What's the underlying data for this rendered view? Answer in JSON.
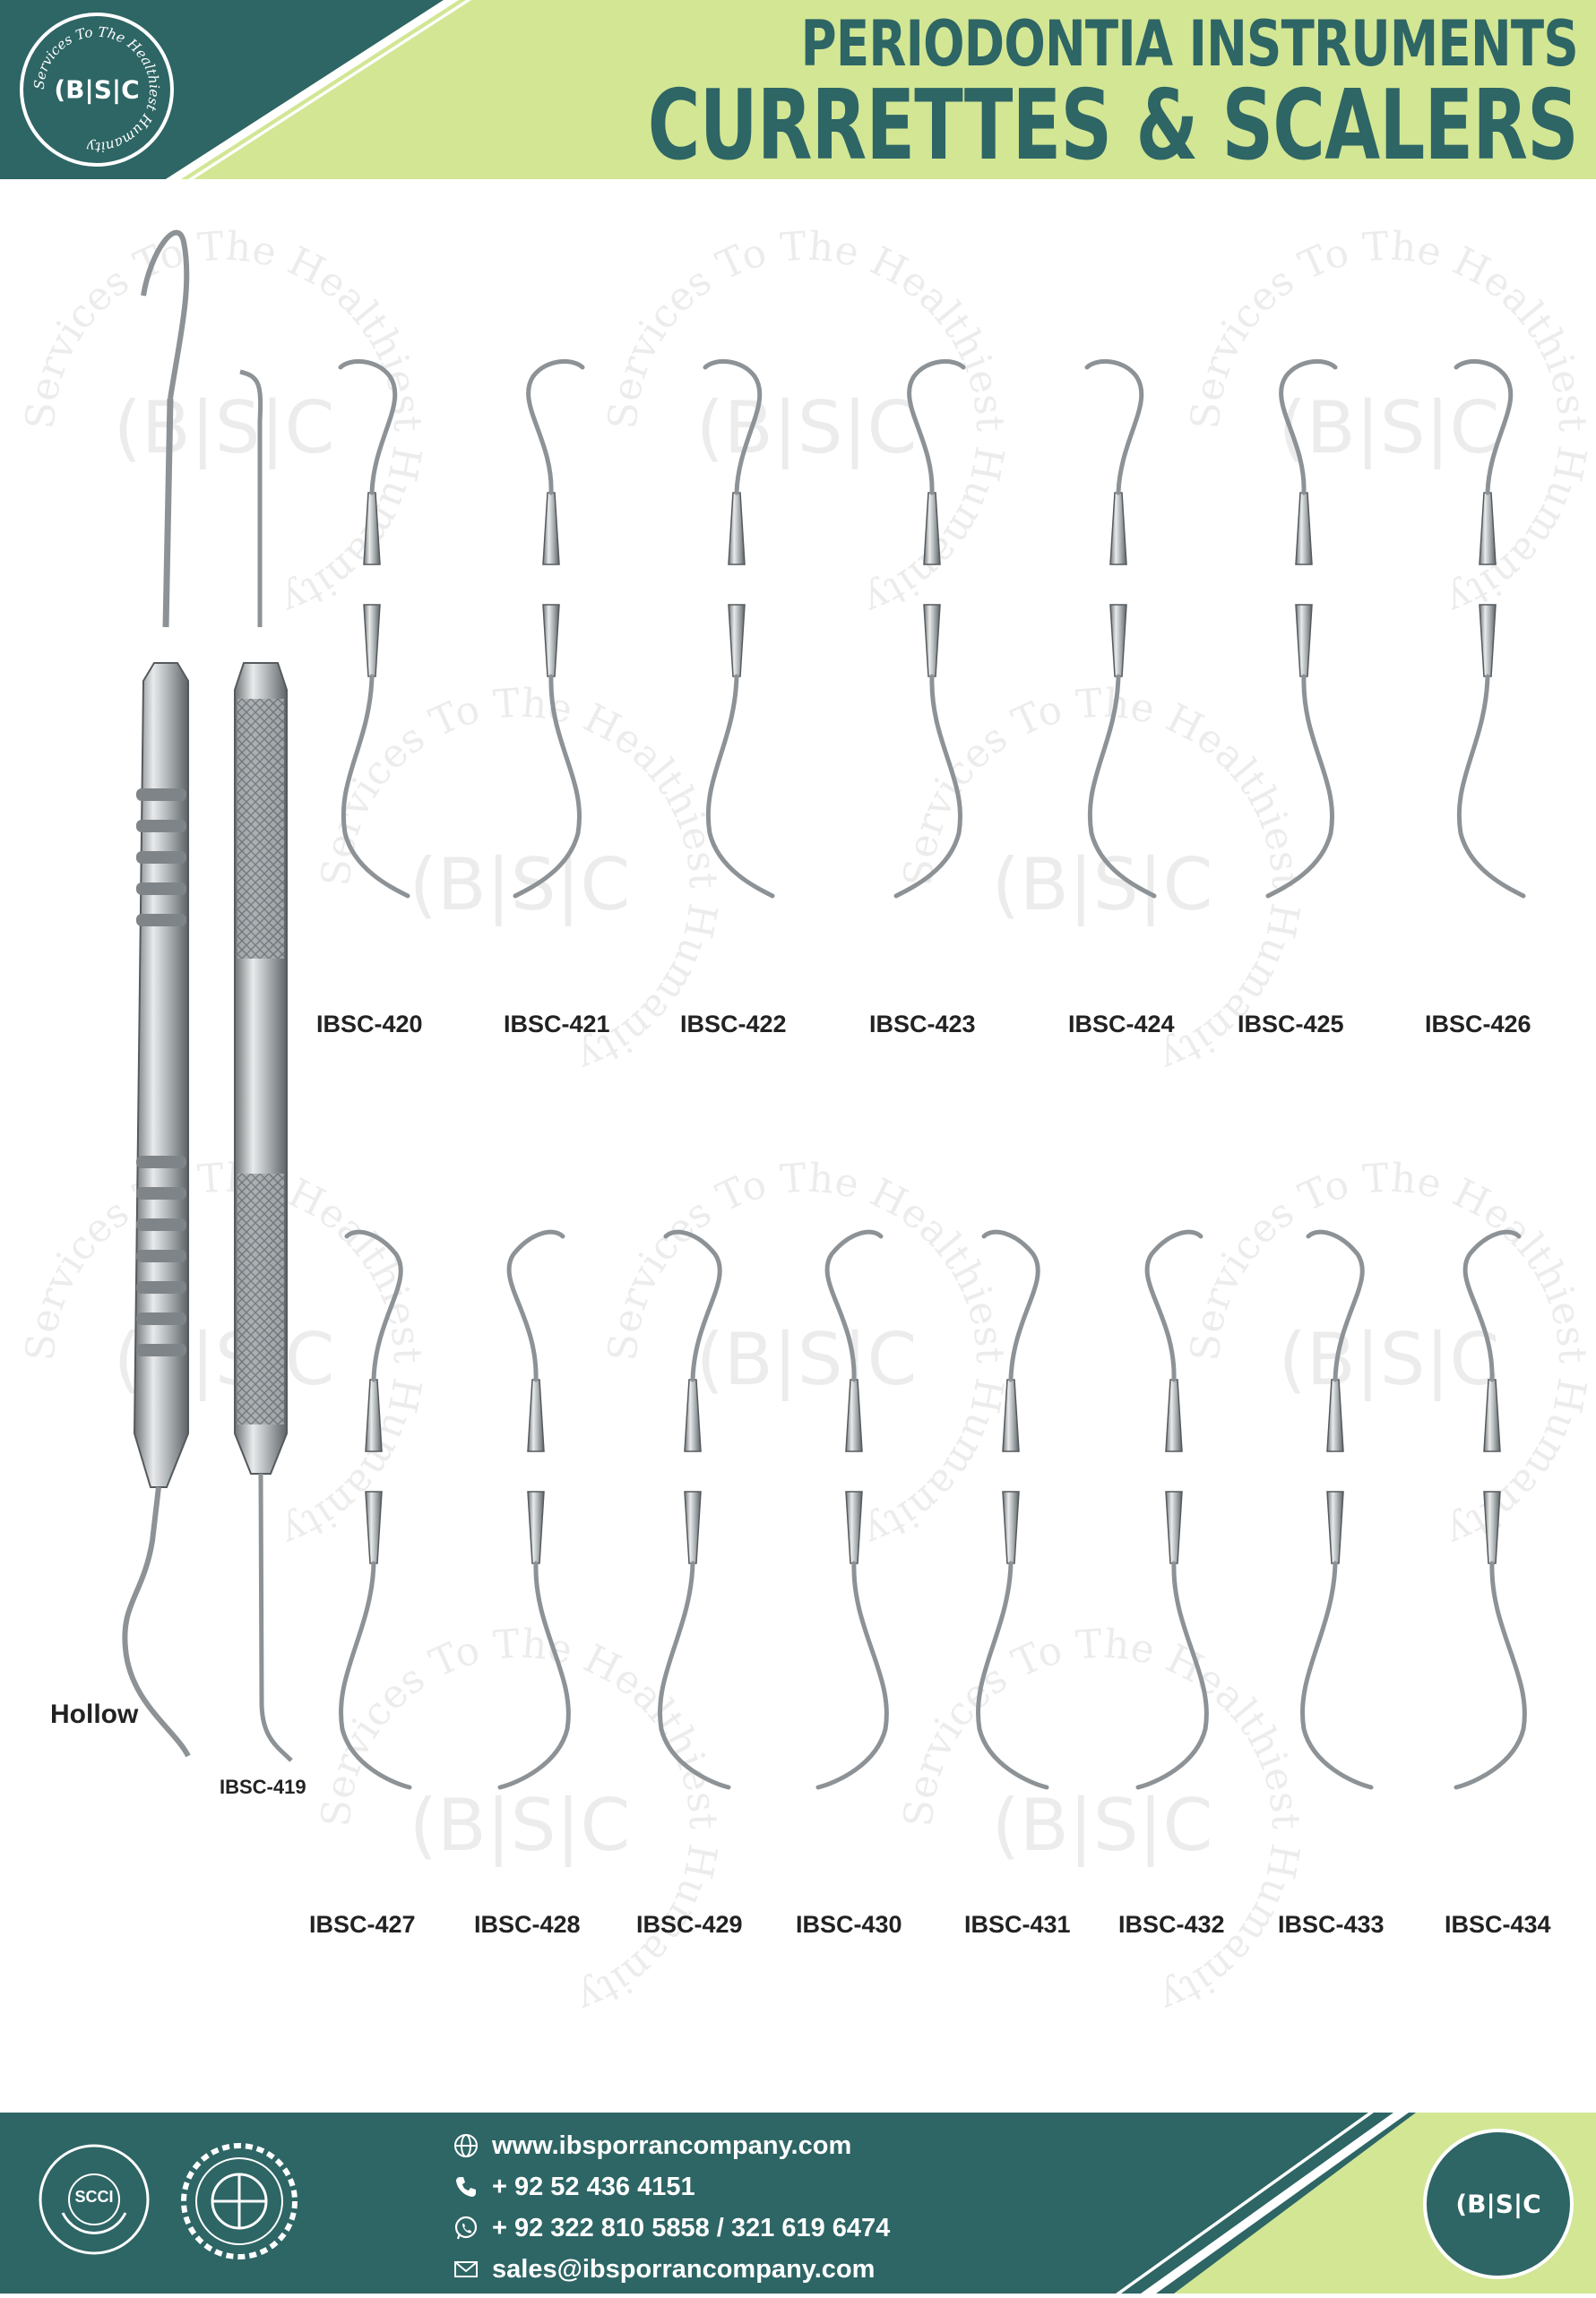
{
  "header": {
    "title_line1": "PERIODONTIA INSTRUMENTS",
    "title_line2": "CURRETTES & SCALERS",
    "logo_text": "(B|S|C",
    "logo_ring_text": "Services To The Healthiest Humanity"
  },
  "watermark": {
    "text": "Services To The Healthiest Humanity",
    "logo": "(B|S|C"
  },
  "handle_label": "Hollow",
  "products_row1": [
    {
      "code": "IBSC-420"
    },
    {
      "code": "IBSC-421"
    },
    {
      "code": "IBSC-422"
    },
    {
      "code": "IBSC-423"
    },
    {
      "code": "IBSC-424"
    },
    {
      "code": "IBSC-425"
    },
    {
      "code": "IBSC-426"
    }
  ],
  "products_row2": [
    {
      "code": "IBSC-427"
    },
    {
      "code": "IBSC-428"
    },
    {
      "code": "IBSC-429"
    },
    {
      "code": "IBSC-430"
    },
    {
      "code": "IBSC-431"
    },
    {
      "code": "IBSC-432"
    },
    {
      "code": "IBSC-433"
    },
    {
      "code": "IBSC-434"
    }
  ],
  "handle_code": "IBSC-419",
  "footer": {
    "website": "www.ibsporrancompany.com",
    "phone": "+ 92 52 436 4151",
    "whatsapp": "+ 92 322 810 5858 / 321 619 6474",
    "email": "sales@ibsporrancompany.com",
    "seal1_text": "SCCI",
    "logo_text": "(B|S|C"
  },
  "colors": {
    "teal": "#2e6565",
    "lime": "#d2e694",
    "steel": "#9aa0a4"
  },
  "icons": [
    "globe-icon",
    "phone-icon",
    "whatsapp-icon",
    "email-icon"
  ]
}
